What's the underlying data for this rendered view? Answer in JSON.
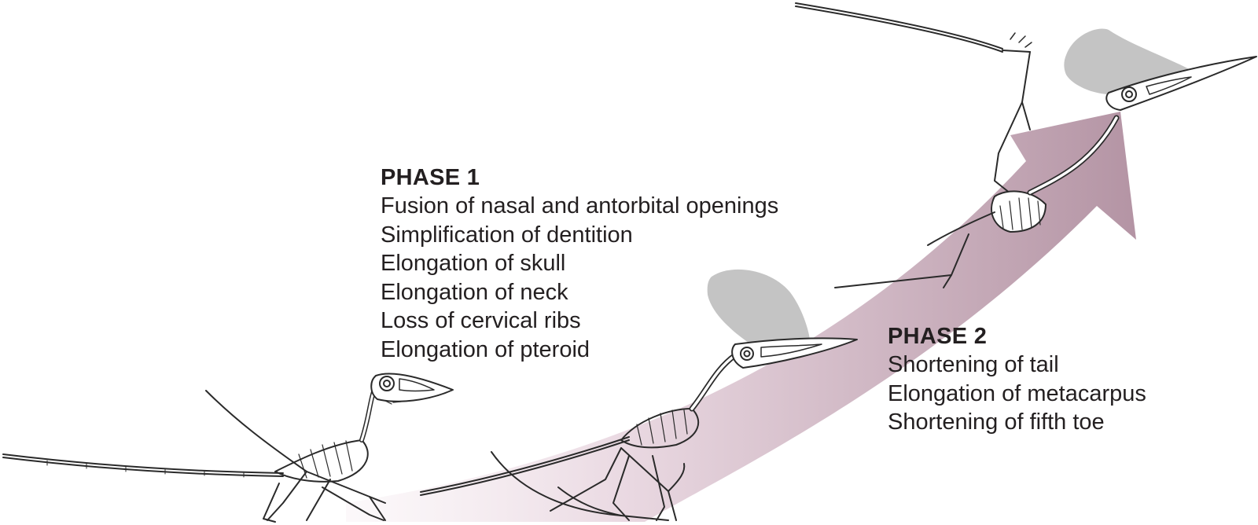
{
  "phases": [
    {
      "title": "PHASE 1",
      "traits": [
        "Fusion of nasal and antorbital openings",
        "Simplification of dentition",
        "Elongation of skull",
        "Elongation of neck",
        "Loss of cervical ribs",
        "Elongation of pteroid"
      ]
    },
    {
      "title": "PHASE 2",
      "traits": [
        "Shortening of tail",
        "Elongation of metacarpus",
        "Shortening of fifth toe"
      ]
    }
  ],
  "colors": {
    "arrow_dark": "#b494a4",
    "arrow_light": "#f7eff3",
    "crest": "#c4c4c4",
    "bone_outline": "#2a2a2a",
    "text": "#231f20"
  }
}
